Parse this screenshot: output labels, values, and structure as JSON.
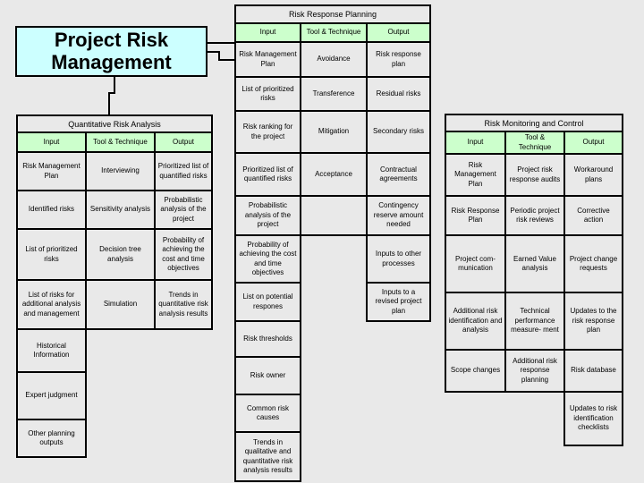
{
  "page_title": "Project Risk Management",
  "colors": {
    "background": "#e9e9e9",
    "title_box_fill": "#ccffff",
    "header_fill": "#ccffcc",
    "cell_fill": "#e9e9e9",
    "border": "#000000"
  },
  "tables": {
    "t1": {
      "title": "Risk Response Planning",
      "headers": [
        "Input",
        "Tool & Technique",
        "Output"
      ],
      "inputs": [
        "Risk Management Plan",
        "List of prioritized risks",
        "Risk ranking for the project",
        "Prioritized list of quantified risks",
        "Probabilistic analysis of the project",
        "Probability of achieving the cost and time objectives",
        "List on potential respones",
        "Risk thresholds",
        "Risk owner",
        "Common risk causes",
        "Trends in qualitative and quantitative risk analysis results"
      ],
      "tools": [
        "Avoidance",
        "Transference",
        "Mitigation",
        "Acceptance",
        ""
      ],
      "outputs": [
        "Risk response plan",
        "Residual risks",
        "Secondary risks",
        "Contractual agreements",
        "Contingency reserve amount needed",
        "Inputs to other processes",
        "Inputs to a revised project plan"
      ]
    },
    "t2": {
      "title": "Quantitative Risk Analysis",
      "headers": [
        "Input",
        "Tool & Technique",
        "Output"
      ],
      "inputs": [
        "Risk Management Plan",
        "Identified risks",
        "List of prioritized risks",
        "List of risks for additional analysis and management",
        "Historical Information",
        "Expert judgment",
        "Other planning outputs"
      ],
      "tools": [
        "Interviewing",
        "Sensitivity analysis",
        "Decision tree analysis",
        "Simulation"
      ],
      "outputs": [
        "Prioritized list of quantified risks",
        "Probabilistic analysis of the project",
        "Probability of achieving the cost and time objectives",
        "Trends in quantitative risk analysis results"
      ]
    },
    "t3": {
      "title": "Risk Monitoring and Control",
      "headers": [
        "Input",
        "Tool & Technique",
        "Output"
      ],
      "inputs": [
        "Risk Management Plan",
        "Risk Response Plan",
        "Project com- munication",
        "Additional risk identification and analysis",
        "Scope changes"
      ],
      "tools": [
        "Project risk response audits",
        "Periodic project risk reviews",
        "Earned Value analysis",
        "Technical performance measure- ment",
        "Additional risk response planning"
      ],
      "outputs": [
        "Workaround plans",
        "Corrective action",
        "Project change requests",
        "Updates to the risk response plan",
        "Risk database",
        "Updates to risk identification checklists"
      ]
    }
  }
}
